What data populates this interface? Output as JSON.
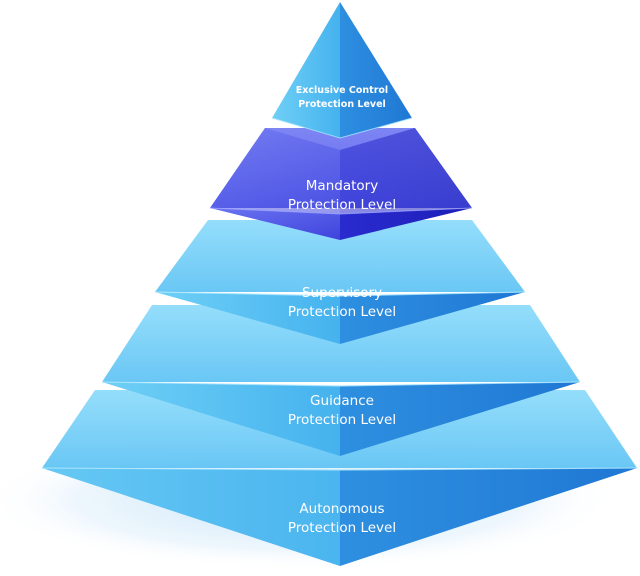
{
  "levels": [
    {
      "line1": "Exclusive Control",
      "line2": "Protection Level"
    },
    {
      "line1": "Mandatory",
      "line2": "Protection Level"
    },
    {
      "line1": "Supervisory",
      "line2": "Protection Level"
    },
    {
      "line1": "Guidance",
      "line2": "Protection Level"
    },
    {
      "line1": "Autonomous",
      "line2": "Protection Level"
    }
  ],
  "colors": {
    "tier_light": "#5ec4f2",
    "tier_mid": "#3aa6ea",
    "tier_dark": "#1f7fd8",
    "mandatory_light": "#5b63ef",
    "mandatory_dark": "#2f2fd2",
    "edge": "#9fe2ff",
    "label": "#ffffff"
  }
}
